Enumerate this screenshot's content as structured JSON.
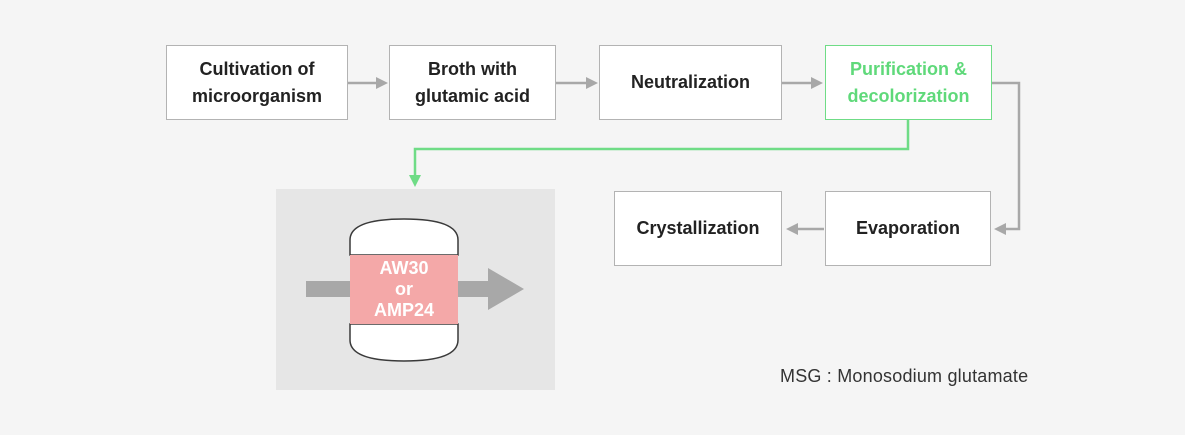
{
  "steps": {
    "cultivation": "Cultivation of\nmicroorganism",
    "broth": "Broth with\nglutamic acid",
    "neutralization": "Neutralization",
    "purification": "Purification &\ndecolorization",
    "evaporation": "Evaporation",
    "crystallization": "Crystallization"
  },
  "column": {
    "label": "AW30\nor\nAMP24"
  },
  "note": "MSG : Monosodium glutamate",
  "colors": {
    "background": "#f5f5f5",
    "highlight": "#5fd97a",
    "arrow": "#a8a8a8",
    "column_band": "#f4a8a8",
    "panel": "#e6e6e6"
  }
}
